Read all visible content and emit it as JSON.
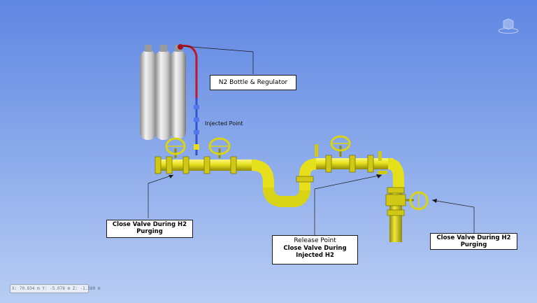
{
  "labels": {
    "n2_bottle": "N2 Bottle & Regulator",
    "injected_point": "Injected Point",
    "left_valve": [
      "Close Valve During H2",
      "Purging"
    ],
    "release_point_title": "Release Point",
    "release_point_body": [
      "Close Valve During",
      "Injected H2"
    ],
    "right_valve": [
      "Close Valve During H2",
      "Purging"
    ]
  },
  "coordinates_readout": "X: 70.834 m  Y: -5.078 m  Z: -1.380 m",
  "colors": {
    "pipe": "#e6e01c",
    "pipe_shadow": "#8f8a08",
    "bottle": "#d8d8d8",
    "hose_red": "#c0182a",
    "hose_blue": "#3355cc",
    "background": "#6f93e6"
  },
  "icons": [
    "nav-cube-icon",
    "handwheel-icon",
    "gas-cylinder-icon"
  ]
}
